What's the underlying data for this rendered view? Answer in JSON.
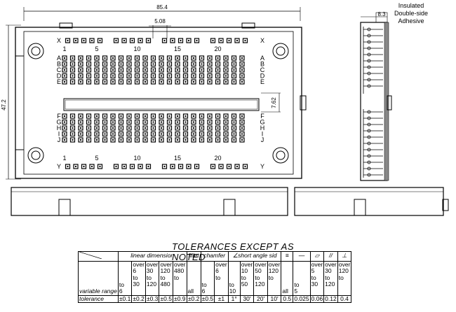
{
  "dims": {
    "overall_width": "85.4",
    "pitch": "5.08",
    "height": "47.2",
    "row_gap": "7.62",
    "side_width": "8.3"
  },
  "adhesive_note": [
    "Insulated",
    "Double-side",
    "Adhesive"
  ],
  "rows_top": [
    "A",
    "B",
    "C",
    "D",
    "E"
  ],
  "rows_bottom": [
    "F",
    "G",
    "H",
    "I",
    "J"
  ],
  "bus_labels": {
    "top": "X",
    "bottom": "Y"
  },
  "column_numbers": [
    "1",
    "5",
    "10",
    "15",
    "20"
  ],
  "tolerance": {
    "title": "TOLERANCES EXCEPT AS NOTED",
    "groups": [
      "linear dimension",
      "fillet",
      "chamfer",
      "∠short angle sid",
      "≡",
      "—",
      "⏥",
      "//",
      "⊥"
    ],
    "row_label": "variable range",
    "tol_label": "tolerance",
    "ranges": [
      "to 6",
      "over 6 to 30",
      "over 30 to 120",
      "over 120 to 480",
      "over 480 to",
      "all",
      "to 6",
      "over 6 to",
      "to 10",
      "over 10 to 50",
      "over 50 to 120",
      "over 120 to",
      "all",
      "to 5",
      "over 5 to 30",
      "over 30 to 120",
      "over 120 to"
    ],
    "values": [
      "±0.1",
      "±0.2",
      "±0.3",
      "±0.5",
      "±0.9",
      "±0.2",
      "±0.5",
      "±1",
      "1°",
      "30'",
      "20'",
      "10'",
      "0.5",
      "0.025",
      "0.06",
      "0.12",
      "0.4"
    ]
  }
}
